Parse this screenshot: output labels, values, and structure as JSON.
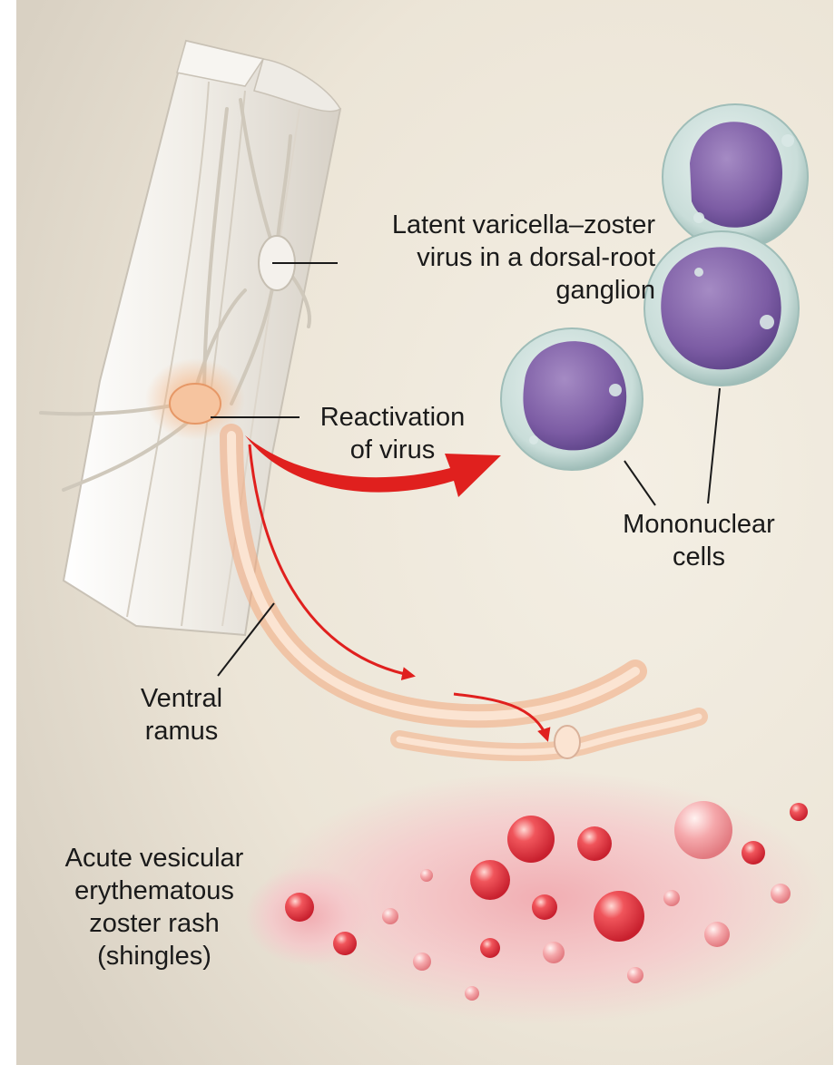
{
  "labels": {
    "latent": [
      "Latent varicella–zoster",
      "virus in a dorsal-root",
      "ganglion"
    ],
    "reactivation": [
      "Reactivation",
      "of virus"
    ],
    "mononuclear": [
      "Mononuclear",
      "cells"
    ],
    "ventral": [
      "Ventral",
      "ramus"
    ],
    "rash": [
      "Acute vesicular",
      "erythematous",
      "zoster rash",
      "(shingles)"
    ]
  },
  "colors": {
    "background": "#efe9dc",
    "arrow": "#e0201e",
    "nerve_inflamed": "#f3a77c",
    "nucleus": "#8060a8",
    "cell_membrane": "#bcd4d0",
    "rash_skin": "#f6c9cc",
    "vesicle": "#e8424a"
  }
}
